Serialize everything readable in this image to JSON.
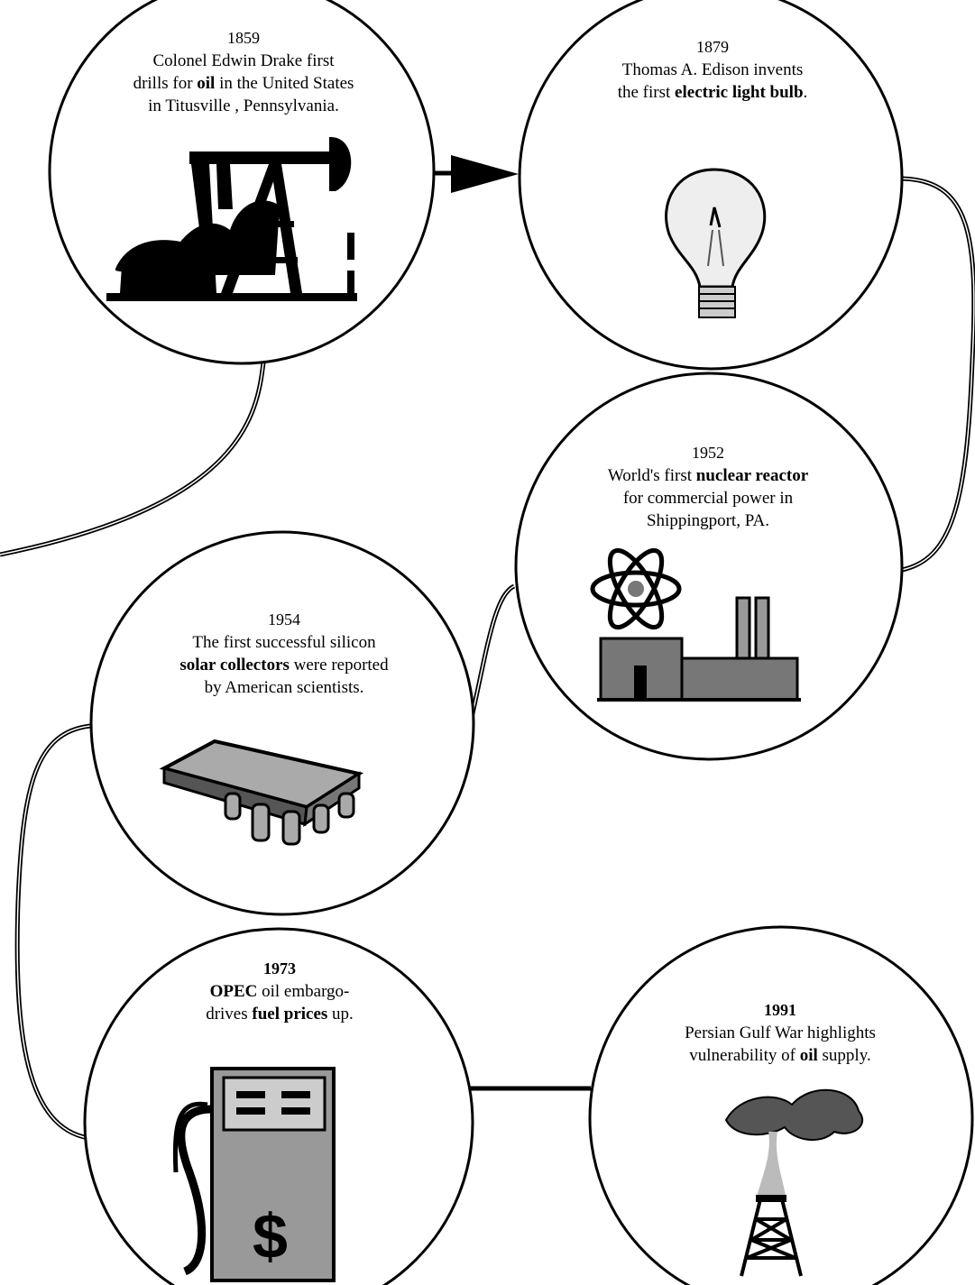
{
  "events": [
    {
      "year": "1859",
      "lines": [
        {
          "parts": [
            {
              "text": "Colonel Edwin Drake first",
              "bold": false
            }
          ]
        },
        {
          "parts": [
            {
              "text": "drills for ",
              "bold": false
            },
            {
              "text": "oil",
              "bold": true
            },
            {
              "text": " in the United States",
              "bold": false
            }
          ]
        },
        {
          "parts": [
            {
              "text": "in Titusville , Pennsylvania.",
              "bold": false
            }
          ]
        }
      ],
      "icon": "oil-pump-jack-icon"
    },
    {
      "year": "1879",
      "lines": [
        {
          "parts": [
            {
              "text": "Thomas A. Edison invents",
              "bold": false
            }
          ]
        },
        {
          "parts": [
            {
              "text": "the first ",
              "bold": false
            },
            {
              "text": "electric light bulb",
              "bold": true
            },
            {
              "text": ".",
              "bold": false
            }
          ]
        }
      ],
      "icon": "light-bulb-icon"
    },
    {
      "year": "1952",
      "lines": [
        {
          "parts": [
            {
              "text": "World's first ",
              "bold": false
            },
            {
              "text": "nuclear reactor",
              "bold": true
            }
          ]
        },
        {
          "parts": [
            {
              "text": "for commercial power in",
              "bold": false
            }
          ]
        },
        {
          "parts": [
            {
              "text": "Shippingport, PA.",
              "bold": false
            }
          ]
        }
      ],
      "icon": "atom-power-plant-icon"
    },
    {
      "year": "1954",
      "lines": [
        {
          "parts": [
            {
              "text": "The first successful silicon",
              "bold": false
            }
          ]
        },
        {
          "parts": [
            {
              "text": "solar collectors",
              "bold": true
            },
            {
              "text": " were reported",
              "bold": false
            }
          ]
        },
        {
          "parts": [
            {
              "text": "by American scientists.",
              "bold": false
            }
          ]
        }
      ],
      "icon": "solar-chip-icon"
    },
    {
      "year": "1973",
      "lines": [
        {
          "parts": [
            {
              "text": "OPEC",
              "bold": true
            },
            {
              "text": " oil embargo-",
              "bold": false
            }
          ]
        },
        {
          "parts": [
            {
              "text": "drives ",
              "bold": false
            },
            {
              "text": "fuel prices",
              "bold": true
            },
            {
              "text": " up.",
              "bold": false
            }
          ]
        }
      ],
      "icon": "gas-pump-icon"
    },
    {
      "year": "1991",
      "lines": [
        {
          "parts": [
            {
              "text": "Persian Gulf War highlights",
              "bold": false
            }
          ]
        },
        {
          "parts": [
            {
              "text": "vulnerability of ",
              "bold": false
            },
            {
              "text": "oil",
              "bold": true
            },
            {
              "text": " supply.",
              "bold": false
            }
          ]
        }
      ],
      "icon": "oil-well-fire-icon"
    }
  ]
}
